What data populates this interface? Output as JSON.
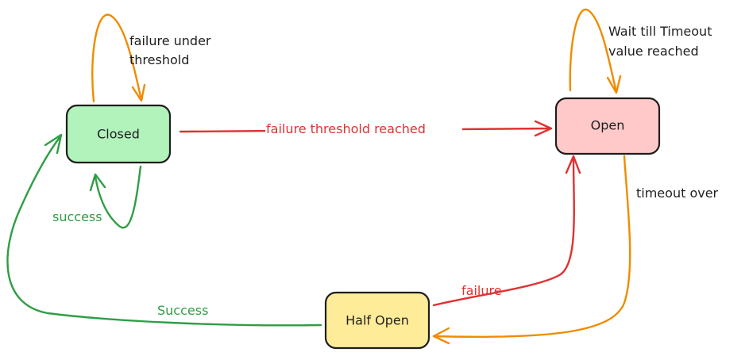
{
  "colors": {
    "closed_fill": "#b2f2bb",
    "open_fill": "#ffc9c9",
    "half_open_fill": "#ffec99",
    "stroke": "#1e1e1e",
    "orange": "#f08c00",
    "red": "#e03131",
    "green": "#2f9e44",
    "text_dark": "#1e1e1e"
  },
  "states": {
    "closed": "Closed",
    "open": "Open",
    "half_open": "Half Open"
  },
  "transitions": {
    "closed_self_failure": [
      "failure under",
      "threshold"
    ],
    "closed_self_success": "success",
    "closed_to_open": "failure threshold reached",
    "open_self_wait": [
      "Wait till Timeout",
      "value reached"
    ],
    "open_to_half_open": "timeout over",
    "half_open_to_open": "failure",
    "half_open_to_closed": "Success"
  }
}
